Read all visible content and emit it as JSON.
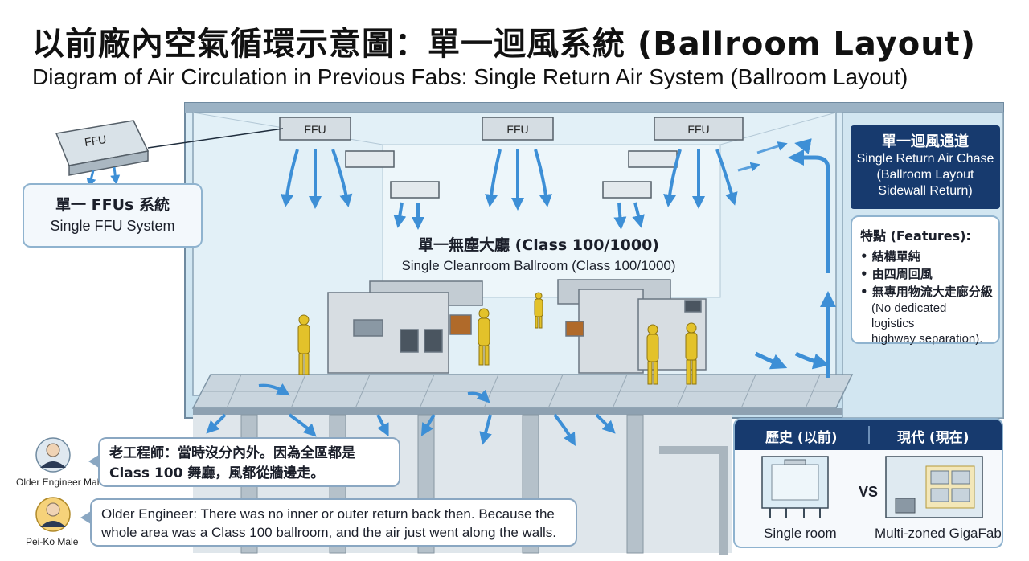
{
  "title": {
    "chinese": "以前廠內空氣循環示意圖：單一迴風系統 (Ballroom Layout)",
    "english": "Diagram of Air Circulation in Previous Fabs: Single Return Air System (Ballroom Layout)"
  },
  "ffu_units": {
    "label": "FFU"
  },
  "ffu_callout": {
    "chinese": "單一 FFUs 系統",
    "english": "Single FFU System",
    "unit_label": "FFU"
  },
  "cleanroom": {
    "chinese": "單一無塵大廳 (Class 100/1000)",
    "english": "Single Cleanroom Ballroom (Class 100/1000)"
  },
  "return_chase": {
    "chinese": "單一迴風通道",
    "english_lines": [
      "Single Return Air Chase",
      "(Ballroom Layout",
      "Sidewall Return)"
    ]
  },
  "features": {
    "heading": "特點 (Features):",
    "items": [
      "• 結構單純",
      "• 由四周回風",
      "• 無專用物流大走廊分級"
    ],
    "note_lines": [
      "(No dedicated logistics",
      "highway separation)."
    ]
  },
  "comparison": {
    "past_header": "歷史 (以前)",
    "present_header": "現代 (現在)",
    "past_caption": "Single room",
    "present_caption": "Multi-zoned GigaFab",
    "vs": "VS"
  },
  "dialogue": {
    "speaker1_name": "Older Engineer Male",
    "speaker1_lines": [
      "老工程師：當時沒分內外。因為全區都是",
      "Class 100 舞廳，風都從牆邊走。"
    ],
    "speaker2_name": "Pei-Ko Male",
    "speaker2_lines": [
      "Older Engineer: There was no inner or outer return back then. Because the",
      "whole area was a Class 100 ballroom, and the air just went along the walls."
    ]
  },
  "colors": {
    "navy": "#173a6e",
    "air_blue": "#3d8fd6",
    "suit_yellow": "#e3c22a",
    "glass": "#d6eaf4"
  }
}
